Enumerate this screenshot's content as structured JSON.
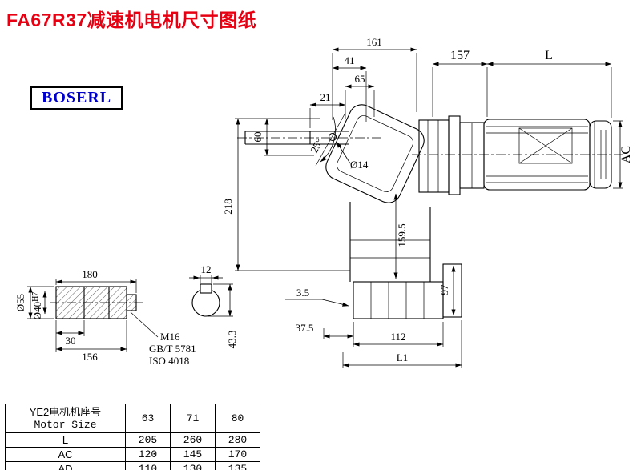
{
  "page": {
    "title": "FA67R37减速机电机尺寸图纸",
    "brand": "BOSERL",
    "colors": {
      "title": "#e60012",
      "brand": "#0000cc",
      "line": "#000000",
      "background": "#ffffff"
    }
  },
  "main_view": {
    "dims": {
      "w161": "161",
      "w41": "41",
      "w65": "65",
      "w21": "21",
      "h60": "60",
      "h218": "218",
      "hole": "Ø14",
      "angle": "25°",
      "w157": "157",
      "wL": "L",
      "hAC": "AC",
      "h159_5": "159.5",
      "h97": "97",
      "w3_5": "3.5",
      "w37_5": "37.5",
      "w112": "112",
      "wL1": "L1"
    }
  },
  "detail_view": {
    "dims": {
      "len180": "180",
      "key12": "12",
      "dia55": "Ø55",
      "dia40": "Ø40",
      "dia40_tol": "H7",
      "len30": "30",
      "len156": "156",
      "key43_3": "43.3"
    },
    "thread": {
      "size": "M16",
      "std1": "GB/T 5781",
      "std2": "ISO 4018"
    }
  },
  "table": {
    "header_cn": "YE2电机机座号",
    "header_en": "Motor Size",
    "sizes": [
      "63",
      "71",
      "80"
    ],
    "rows": [
      {
        "label": "L",
        "values": [
          "205",
          "260",
          "280"
        ]
      },
      {
        "label": "AC",
        "values": [
          "120",
          "145",
          "170"
        ]
      },
      {
        "label": "AD",
        "values": [
          "110",
          "130",
          "135"
        ]
      }
    ]
  }
}
